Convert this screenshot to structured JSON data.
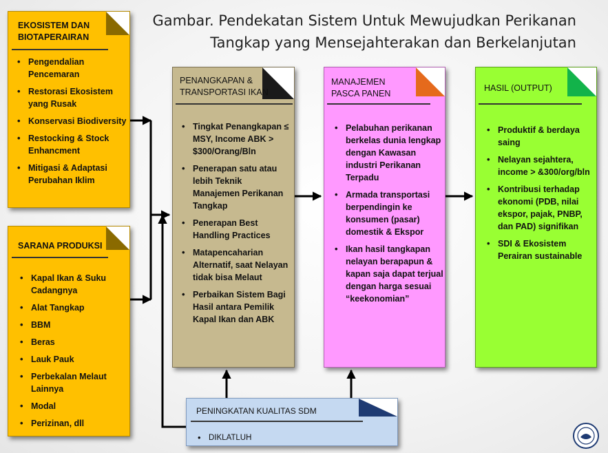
{
  "title": {
    "line1": "Gambar. Pendekatan Sistem Untuk Mewujudkan Perikanan",
    "line2": "Tangkap yang Mensejahterakan dan Berkelanjutan"
  },
  "ekosistem": {
    "header_line1": "EKOSISTEM DAN",
    "header_line2": "BIOTAPERAIRAN",
    "items": [
      "Pengendalian Pencemaran",
      "Restorasi Ekosistem yang Rusak",
      "Konservasi Biodiversity",
      "Restocking & Stock Enhancment",
      "Mitigasi & Adaptasi Perubahan Iklim"
    ]
  },
  "sarana": {
    "header": "SARANA PRODUKSI",
    "items": [
      "Kapal Ikan & Suku Cadangnya",
      "Alat Tangkap",
      "BBM",
      "Beras",
      "Lauk Pauk",
      "Perbekalan Melaut Lainnya",
      "Modal",
      "Perizinan, dll"
    ]
  },
  "penangkapan": {
    "header_line1": "PENANGKAPAN &",
    "header_line2": "TRANSPORTASI IKAN",
    "items": [
      "Tingkat Penangkapan ≤ MSY, Income ABK > $300/Orang/Bln",
      "Penerapan  satu atau lebih Teknik Manajemen Perikanan Tangkap",
      "Penerapan Best Handling Practices",
      "Matapencaharian Alternatif, saat Nelayan tidak bisa Melaut",
      "Perbaikan Sistem Bagi Hasil antara Pemilik Kapal Ikan dan ABK"
    ]
  },
  "manajemen": {
    "header_line1": "MANAJEMEN",
    "header_line2": "PASCA PANEN",
    "items": [
      "Pelabuhan perikanan berkelas dunia lengkap dengan Kawasan industri Perikanan Terpadu",
      "Armada transportasi berpendingin ke konsumen (pasar) domestik & Ekspor",
      "Ikan hasil tangkapan nelayan berapapun & kapan saja dapat terjual dengan harga sesuai “keekonomian”"
    ]
  },
  "hasil": {
    "header": "HASIL (OUTPUT)",
    "items": [
      "Produktif & berdaya saing",
      "Nelayan sejahtera, income > &300/org/bln",
      "Kontribusi terhadap ekonomi (PDB, nilai ekspor, pajak, PNBP, dan PAD) signifikan",
      "SDI  & Ekosistem Perairan sustainable"
    ]
  },
  "sdm": {
    "header": "PENINGKATAN KUALITAS SDM",
    "items": [
      "DIKLATLUH"
    ]
  },
  "colors": {
    "ekosistem": "#ffc000",
    "penangkapan": "#c6b98f",
    "manajemen": "#ff99ff",
    "hasil": "#99ff33",
    "sdm": "#c5d9f1",
    "arrow": "#000000"
  }
}
